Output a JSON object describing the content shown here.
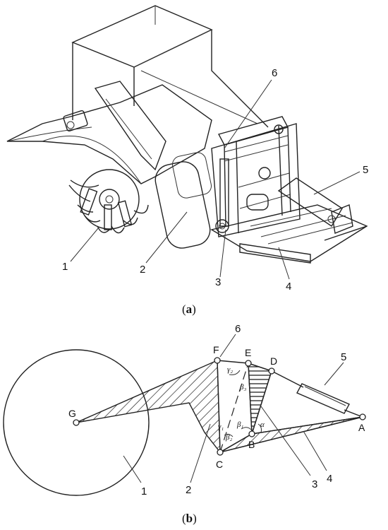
{
  "figure_a": {
    "caption_open": "(",
    "caption_letter": "a",
    "caption_close": ")",
    "part_labels": [
      "1",
      "2",
      "3",
      "4",
      "5",
      "6"
    ]
  },
  "figure_b": {
    "caption_open": "(",
    "caption_letter": "b",
    "caption_close": ")",
    "part_labels": [
      "1",
      "2",
      "3",
      "4",
      "5",
      "6"
    ],
    "points": [
      "G",
      "F",
      "E",
      "D",
      "A",
      "B",
      "C"
    ],
    "angles": {
      "gamma2": "γ₂",
      "beta3": "β₃",
      "gamma1": "γ₁",
      "beta1": "β₁",
      "beta2": "β₂",
      "alpha": "α"
    }
  }
}
